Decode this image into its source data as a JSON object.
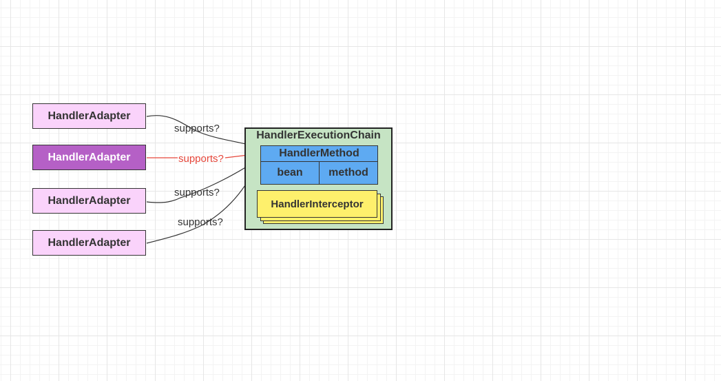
{
  "adapters": [
    {
      "label": "HandlerAdapter",
      "edge_label": "supports?",
      "active": false
    },
    {
      "label": "HandlerAdapter",
      "edge_label": "supports?",
      "active": true
    },
    {
      "label": "HandlerAdapter",
      "edge_label": "supports?",
      "active": false
    },
    {
      "label": "HandlerAdapter",
      "edge_label": "supports?",
      "active": false
    }
  ],
  "chain": {
    "title": "HandlerExecutionChain",
    "handler_method": {
      "title": "HandlerMethod",
      "fields": [
        "bean",
        "method"
      ]
    },
    "interceptor": "HandlerInterceptor"
  },
  "colors": {
    "adapter_fill": "#fad3fb",
    "adapter_active_fill": "#b560c6",
    "chain_fill": "#c6e4c4",
    "handler_method_fill": "#5eaaf2",
    "interceptor_fill": "#fef06c",
    "edge": "#333333",
    "edge_active": "#e6463a"
  }
}
